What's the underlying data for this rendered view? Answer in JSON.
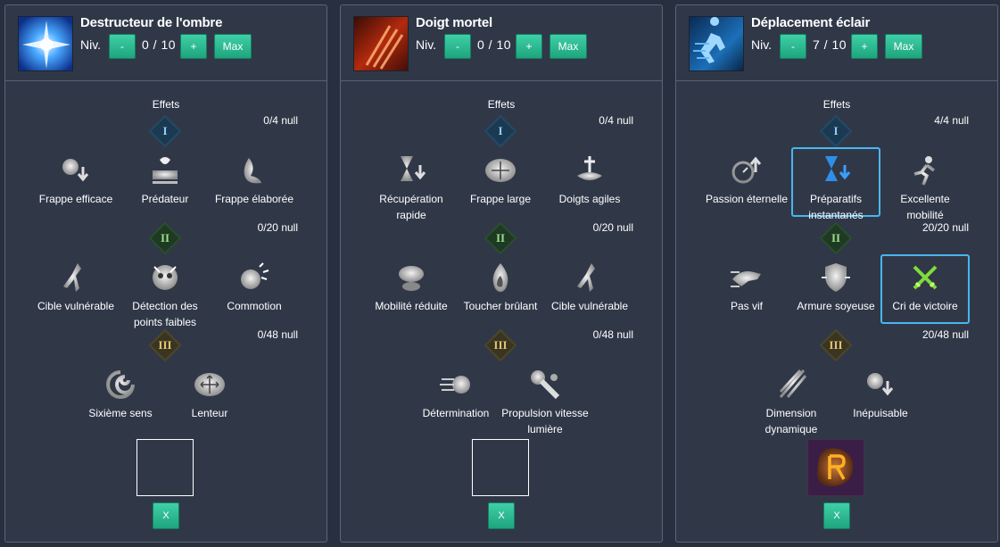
{
  "common": {
    "level_label": "Niv.",
    "minus_label": "-",
    "plus_label": "+",
    "max_label": "Max",
    "effects_label": "Effets",
    "clear_label": "X",
    "tiers": [
      "I",
      "II",
      "III"
    ]
  },
  "panels": [
    {
      "title": "Destructeur de l'ombre",
      "level": "0 / 10",
      "counts": [
        "0/4 null",
        "0/20 null",
        "0/48 null"
      ],
      "tier1": [
        "Frappe efficace",
        "Prédateur",
        "Frappe élaborée"
      ],
      "tier2": [
        "Cible vulnérable",
        "Détection des points faibles",
        "Commotion"
      ],
      "tier3": [
        "Sixième sens",
        "Lenteur"
      ],
      "rune": "empty"
    },
    {
      "title": "Doigt mortel",
      "level": "0 / 10",
      "counts": [
        "0/4 null",
        "0/20 null",
        "0/48 null"
      ],
      "tier1": [
        "Récupération rapide",
        "Frappe large",
        "Doigts agiles"
      ],
      "tier2": [
        "Mobilité réduite",
        "Toucher brûlant",
        "Cible vulnérable"
      ],
      "tier3": [
        "Détermination",
        "Propulsion vitesse lumière"
      ],
      "rune": "empty"
    },
    {
      "title": "Déplacement éclair",
      "level": "7 / 10",
      "counts": [
        "4/4 null",
        "20/20 null",
        "20/48 null"
      ],
      "tier1": [
        "Passion éternelle",
        "Préparatifs instantanés",
        "Excellente mobilité"
      ],
      "tier2": [
        "Pas vif",
        "Armure soyeuse",
        "Cri de victoire"
      ],
      "tier3": [
        "Dimension dynamique",
        "Inépuisable"
      ],
      "selected": [
        "tier1-1",
        "tier2-2"
      ],
      "rune": "rune-r-icon"
    }
  ]
}
